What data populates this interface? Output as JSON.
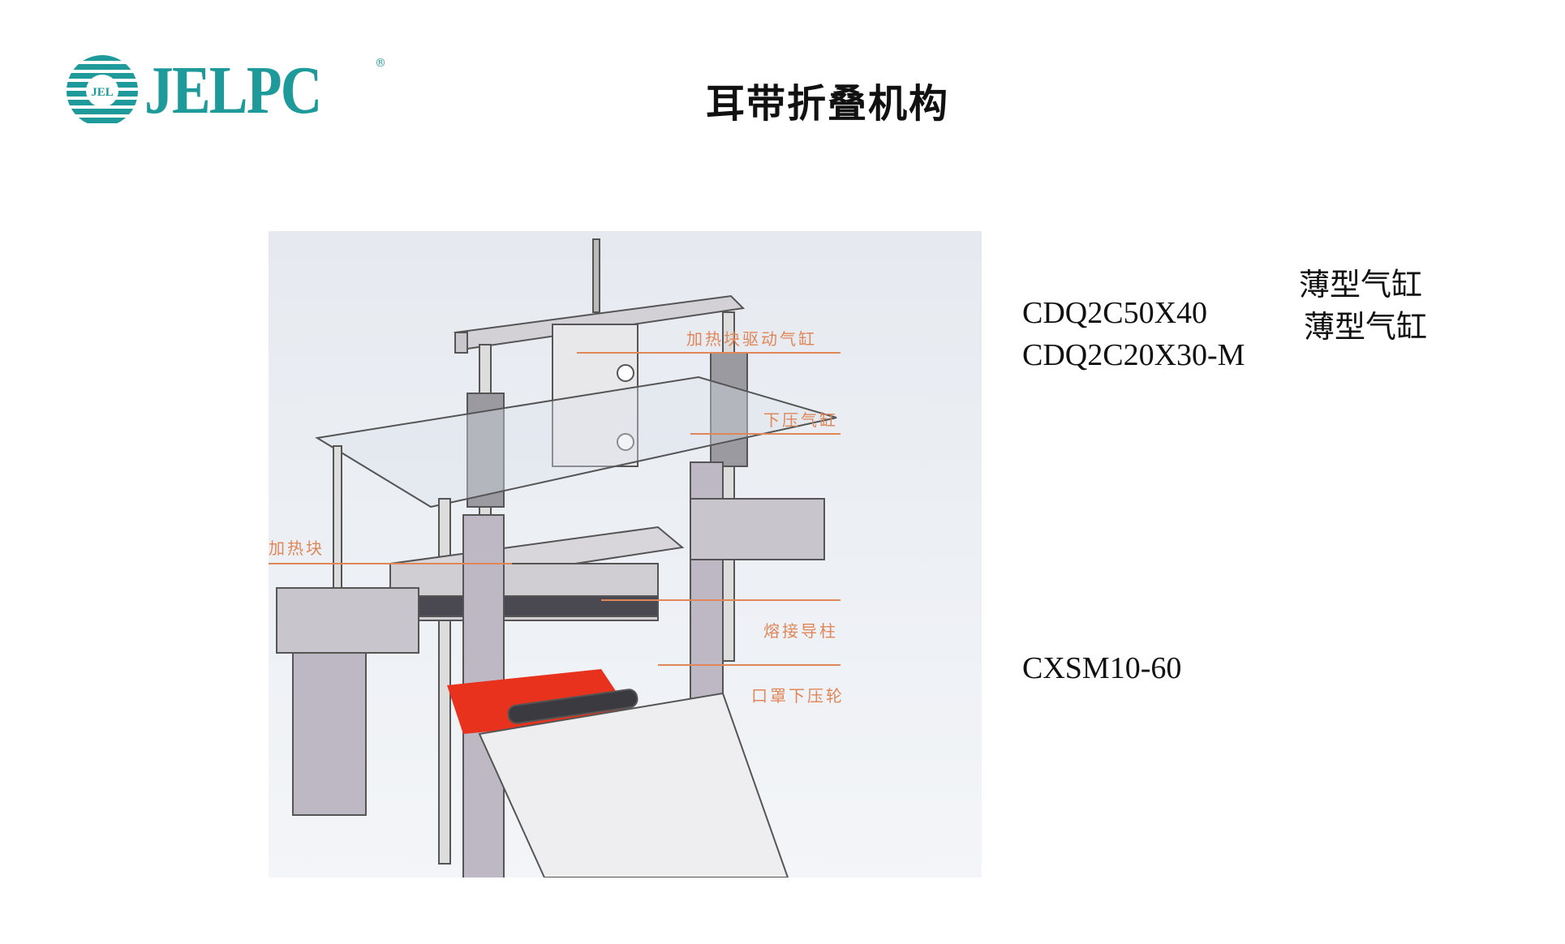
{
  "header": {
    "logo_text": "JELPC",
    "logo_mark_text": "JEL",
    "logo_registered": "®",
    "title": "耳带折叠机构"
  },
  "figure": {
    "callouts": [
      {
        "label": "加热块驱动气缸"
      },
      {
        "label": "下压气缸"
      },
      {
        "label": "加热块"
      },
      {
        "label": "熔接导柱"
      },
      {
        "label": "口罩下压轮"
      }
    ]
  },
  "specs": [
    {
      "part": "CDQ2C50X40",
      "desc": "薄型气缸"
    },
    {
      "part": "CDQ2C20X30-M",
      "desc": "薄型气缸"
    },
    {
      "part": "CXSM10-60",
      "desc": ""
    }
  ],
  "colors": {
    "brand": "#1e9a9a",
    "callout": "#e0875a",
    "heater": "#e8321e"
  }
}
